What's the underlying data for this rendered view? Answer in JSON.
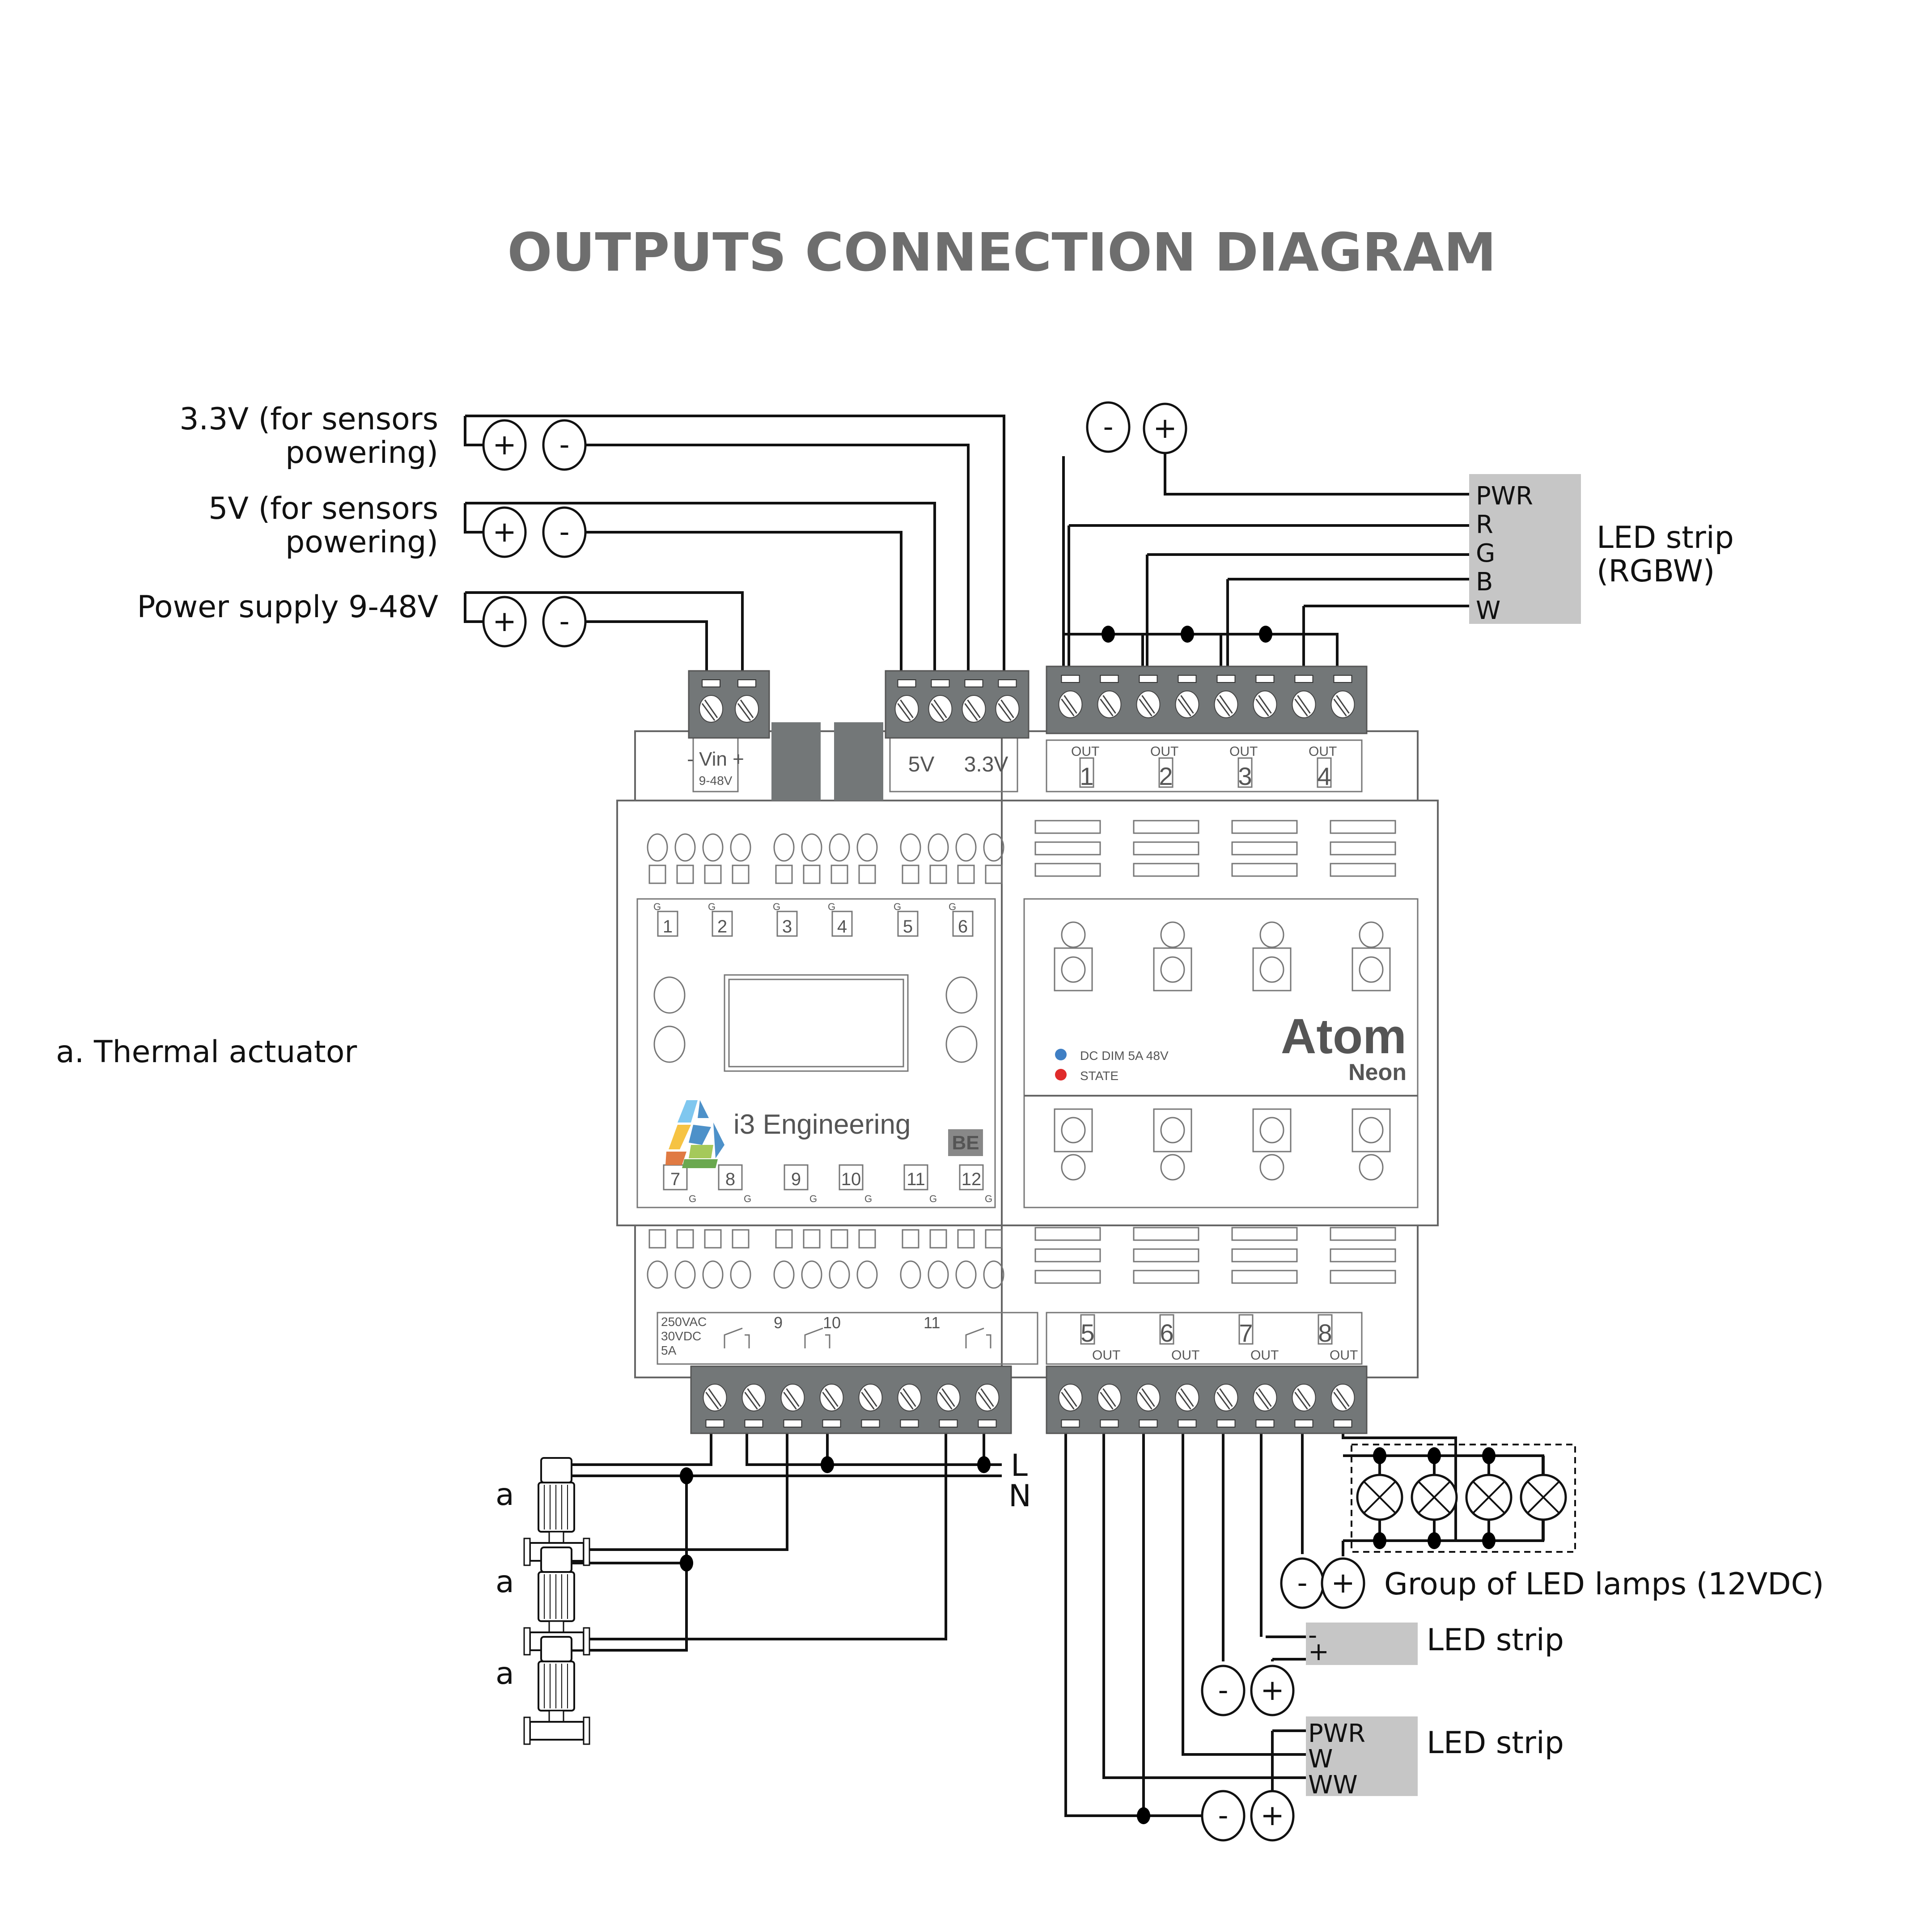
{
  "title": "OUTPUTS CONNECTION DIAGRAM",
  "power_inputs": [
    {
      "id": "v33",
      "label_lines": [
        "3.3V (for sensors",
        "powering)"
      ],
      "plus": "+",
      "minus": "-"
    },
    {
      "id": "v5",
      "label_lines": [
        "5V (for sensors",
        "powering)"
      ],
      "plus": "+",
      "minus": "-"
    },
    {
      "id": "vin",
      "label_lines": [
        "Power supply 9-48V"
      ],
      "plus": "+",
      "minus": "-"
    }
  ],
  "legend": {
    "thermal_actuator": "a. Thermal actuator"
  },
  "actuator_tag": "a",
  "mains": {
    "L": "L",
    "N": "N"
  },
  "device": {
    "brand": "i3 Engineering",
    "model": "Atom",
    "variant": "Neon",
    "badge": "BE",
    "vin_label": "Vin",
    "vin_minus": "-",
    "vin_plus": "+",
    "vin_range": "9-48V",
    "v5_label": "5V",
    "v33_label": "3.3V",
    "out_label": "OUT",
    "outputs_top": [
      "1",
      "2",
      "3",
      "4"
    ],
    "outputs_bottom": [
      "5",
      "6",
      "7",
      "8"
    ],
    "inputs_top": [
      "1",
      "2",
      "3",
      "4",
      "5",
      "6"
    ],
    "inputs_bottom": [
      "7",
      "8",
      "9",
      "10",
      "11",
      "12"
    ],
    "g_label": "G",
    "relay_ratings": [
      "250VAC",
      "30VDC",
      "5A"
    ],
    "relay_numbers": [
      "9",
      "10",
      "11"
    ],
    "led_legend": [
      {
        "label": "DC DIM  5A  48V",
        "color": "#3f7fc4"
      },
      {
        "label": "STATE",
        "color": "#e02b2b"
      }
    ],
    "logo_colors": [
      "#7fc7ef",
      "#4d91c9",
      "#f6c343",
      "#e07a43",
      "#a5c95a",
      "#6aa84f"
    ]
  },
  "rgbw_strip": {
    "power_minus": "-",
    "power_plus": "+",
    "pins": [
      "PWR",
      "R",
      "G",
      "B",
      "W"
    ],
    "label_lines": [
      "LED strip",
      "(RGBW)"
    ]
  },
  "led_group": {
    "label": "Group of LED lamps (12VDC)",
    "minus": "-",
    "plus": "+",
    "lamp_count": 4
  },
  "mono_strip": {
    "pins": [
      "-",
      "+"
    ],
    "label": "LED strip",
    "minus": "-",
    "plus": "+"
  },
  "cct_strip": {
    "pins": [
      "PWR",
      "W",
      "WW"
    ],
    "label": "LED strip",
    "minus": "-",
    "plus": "+"
  }
}
